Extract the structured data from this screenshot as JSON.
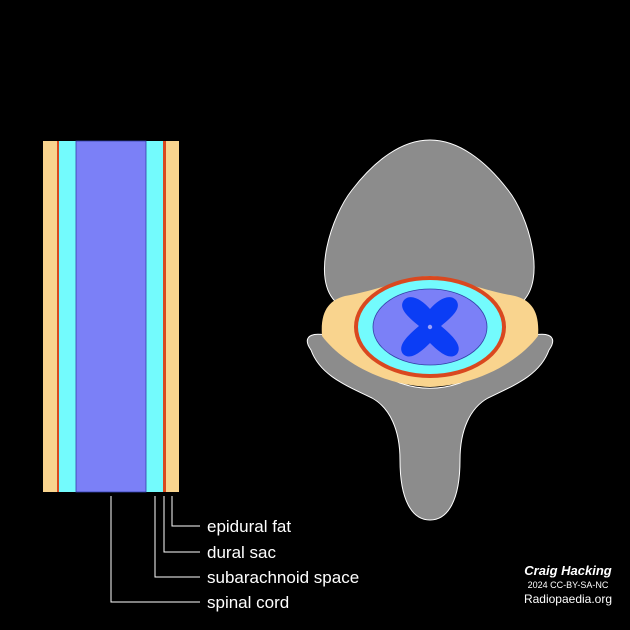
{
  "labels": {
    "epidural_fat": "epidural fat",
    "dural_sac": "dural sac",
    "subarachnoid_space": "subarachnoid space",
    "spinal_cord": "spinal cord"
  },
  "credit": {
    "author": "Craig Hacking",
    "license": "2024 CC-BY-SA-NC",
    "site": "Radiopaedia.org"
  },
  "colors": {
    "background": "#000000",
    "epidural_fat": "#f9d48e",
    "dura": "#d9481f",
    "csf": "#73fbfd",
    "spinal_cord": "#7b80f7",
    "grey_matter": "#0b3df5",
    "bone": "#8c8c8c"
  }
}
